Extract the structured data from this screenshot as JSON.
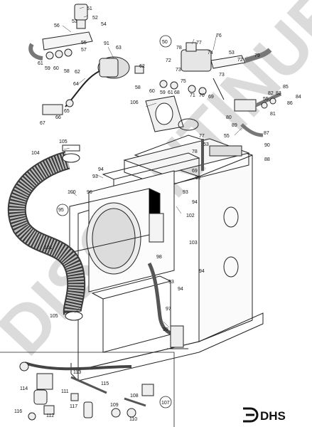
{
  "brand": {
    "logo_text": "DHS"
  },
  "watermark": {
    "text": "DISCONTINUED"
  },
  "callouts": [
    {
      "id": "c51",
      "text": "51"
    },
    {
      "id": "c52",
      "text": "52"
    },
    {
      "id": "c53a",
      "text": "53"
    },
    {
      "id": "c54",
      "text": "54"
    },
    {
      "id": "c56",
      "text": "56"
    },
    {
      "id": "c55a",
      "text": "55"
    },
    {
      "id": "c57",
      "text": "57"
    },
    {
      "id": "c91",
      "text": "91"
    },
    {
      "id": "c63",
      "text": "63"
    },
    {
      "id": "c61a",
      "text": "61"
    },
    {
      "id": "c59a",
      "text": "59"
    },
    {
      "id": "c60a",
      "text": "60"
    },
    {
      "id": "c58a",
      "text": "58"
    },
    {
      "id": "c62a",
      "text": "62"
    },
    {
      "id": "c64",
      "text": "64"
    },
    {
      "id": "c65",
      "text": "65"
    },
    {
      "id": "c66",
      "text": "66"
    },
    {
      "id": "c67",
      "text": "67"
    },
    {
      "id": "c50",
      "text": "50"
    },
    {
      "id": "c78a",
      "text": "78"
    },
    {
      "id": "c77a",
      "text": "77"
    },
    {
      "id": "c76",
      "text": "76"
    },
    {
      "id": "c74",
      "text": "74"
    },
    {
      "id": "c53b",
      "text": "53"
    },
    {
      "id": "c72a",
      "text": "72"
    },
    {
      "id": "c72b",
      "text": "72"
    },
    {
      "id": "c79",
      "text": "79"
    },
    {
      "id": "c73a",
      "text": "73"
    },
    {
      "id": "c73b",
      "text": "73"
    },
    {
      "id": "c62b",
      "text": "62"
    },
    {
      "id": "c58b",
      "text": "58"
    },
    {
      "id": "c60b",
      "text": "60"
    },
    {
      "id": "c59b",
      "text": "59"
    },
    {
      "id": "c61b",
      "text": "61"
    },
    {
      "id": "c68",
      "text": "68"
    },
    {
      "id": "c75",
      "text": "75"
    },
    {
      "id": "c71",
      "text": "71"
    },
    {
      "id": "c70",
      "text": "70"
    },
    {
      "id": "c69a",
      "text": "69"
    },
    {
      "id": "c85",
      "text": "85"
    },
    {
      "id": "c82",
      "text": "82"
    },
    {
      "id": "c83",
      "text": "83"
    },
    {
      "id": "c84",
      "text": "84"
    },
    {
      "id": "c55b",
      "text": "55"
    },
    {
      "id": "c86",
      "text": "86"
    },
    {
      "id": "c81",
      "text": "81"
    },
    {
      "id": "c80",
      "text": "80"
    },
    {
      "id": "c106",
      "text": "106"
    },
    {
      "id": "c89",
      "text": "89"
    },
    {
      "id": "c87",
      "text": "87"
    },
    {
      "id": "c55c",
      "text": "55"
    },
    {
      "id": "c77b",
      "text": "77"
    },
    {
      "id": "c53c",
      "text": "53"
    },
    {
      "id": "c90",
      "text": "90"
    },
    {
      "id": "c78b",
      "text": "78"
    },
    {
      "id": "c88",
      "text": "88"
    },
    {
      "id": "c69b",
      "text": "69"
    },
    {
      "id": "c92",
      "text": "92"
    },
    {
      "id": "c104",
      "text": "104"
    },
    {
      "id": "c105a",
      "text": "105"
    },
    {
      "id": "c94a",
      "text": "94"
    },
    {
      "id": "c93a",
      "text": "93"
    },
    {
      "id": "c96",
      "text": "96"
    },
    {
      "id": "c100",
      "text": "100"
    },
    {
      "id": "c93b",
      "text": "93"
    },
    {
      "id": "c94b",
      "text": "94"
    },
    {
      "id": "c95",
      "text": "95"
    },
    {
      "id": "c102",
      "text": "102"
    },
    {
      "id": "c103",
      "text": "103"
    },
    {
      "id": "c101",
      "text": "101"
    },
    {
      "id": "c98",
      "text": "98"
    },
    {
      "id": "c94c",
      "text": "94"
    },
    {
      "id": "c93c",
      "text": "93"
    },
    {
      "id": "c94d",
      "text": "94"
    },
    {
      "id": "c97",
      "text": "97"
    },
    {
      "id": "c105b",
      "text": "105"
    },
    {
      "id": "c99",
      "text": "99"
    },
    {
      "id": "c113",
      "text": "113"
    },
    {
      "id": "c114",
      "text": "114"
    },
    {
      "id": "c115",
      "text": "115"
    },
    {
      "id": "c111",
      "text": "111"
    },
    {
      "id": "c117",
      "text": "117"
    },
    {
      "id": "c108",
      "text": "108"
    },
    {
      "id": "c109",
      "text": "109"
    },
    {
      "id": "c110",
      "text": "110"
    },
    {
      "id": "c116",
      "text": "116"
    },
    {
      "id": "c112",
      "text": "112"
    },
    {
      "id": "c107",
      "text": "107"
    }
  ]
}
